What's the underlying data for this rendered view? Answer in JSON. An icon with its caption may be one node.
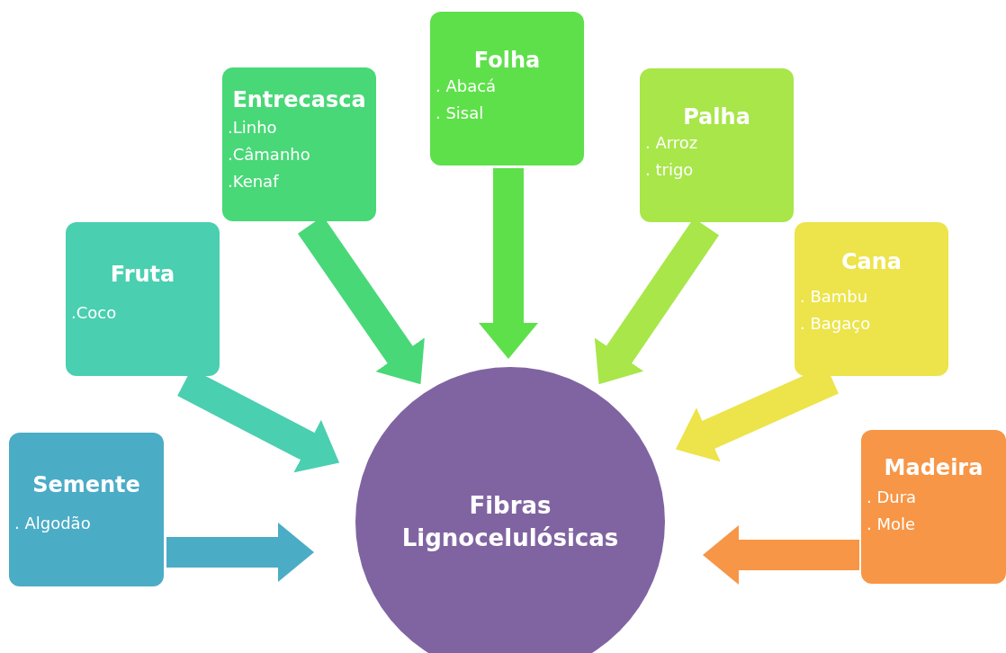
{
  "diagram": {
    "nodes": [
      {
        "text": [
          "Fibras Lignocelulósicas"
        ]
      },
      {
        "text": [
          "Semente",
          ". Algodão"
        ]
      },
      {
        "text": [
          "Fruta",
          ".Coco"
        ]
      },
      {
        "text": [
          "Entrecasca",
          ".Linho",
          ".Câmanho",
          ".Kenaf"
        ]
      },
      {
        "text": [
          "Folha",
          ". Abacá",
          ". Sisal"
        ]
      },
      {
        "text": [
          "Palha",
          ". Arroz",
          ". trigo"
        ]
      },
      {
        "text": [
          "Cana",
          ". Bambu",
          ". Bagaço"
        ]
      },
      {
        "text": [
          "Madeira",
          ". Dura",
          ". Mole"
        ]
      }
    ],
    "edges": [
      {
        "from": 1,
        "to": 0,
        "arrow": "to",
        "color": "#4bacc6"
      },
      {
        "from": 2,
        "to": 0,
        "arrow": "to",
        "color": "#4acfb0"
      },
      {
        "from": 3,
        "to": 0,
        "arrow": "to",
        "color": "#48d877"
      },
      {
        "from": 4,
        "to": 0,
        "arrow": "to",
        "color": "#5ee04a"
      },
      {
        "from": 5,
        "to": 0,
        "arrow": "to",
        "color": "#a8e64a"
      },
      {
        "from": 6,
        "to": 0,
        "arrow": "to",
        "color": "#ece44a"
      },
      {
        "from": 7,
        "to": 0,
        "arrow": "to",
        "color": "#f79646"
      }
    ]
  }
}
